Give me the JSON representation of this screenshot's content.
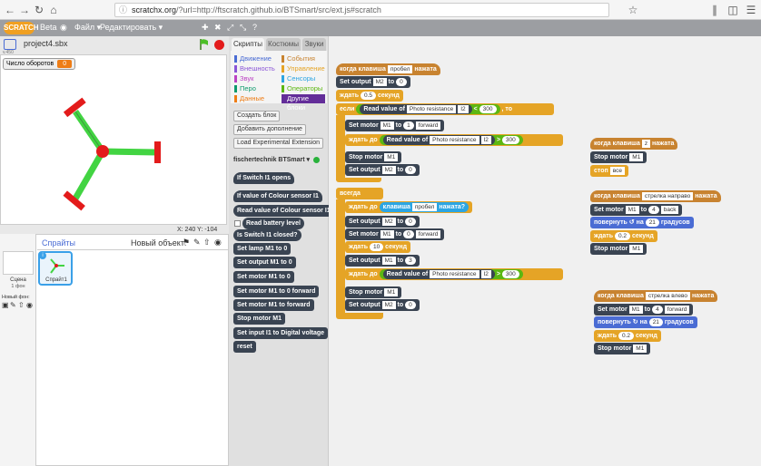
{
  "browser": {
    "url_host": "scratchx.org",
    "url_path": "/?url=http://ftscratch.github.io/BTSmart/src/ext.js#scratch"
  },
  "menu": {
    "logo": "SCRATCH",
    "beta": "Beta",
    "file": "Файл ▾",
    "edit": "Редактировать ▾"
  },
  "stage": {
    "project_title": "project4.sbx",
    "variable_name": "Число оборотов",
    "variable_value": "0",
    "coords": "X: 240  Y: -104"
  },
  "sprites": {
    "title": "Спрайты",
    "new_object": "Новый объект:",
    "scene_label": "Сцена",
    "scene_sub": "1 фон",
    "new_bg": "Новый фон:",
    "sprite1": "Спрайт1"
  },
  "palette": {
    "tabs": [
      "Скрипты",
      "Костюмы",
      "Звуки"
    ],
    "cats_left": [
      "Движение",
      "Внешность",
      "Звук",
      "Перо",
      "Данные"
    ],
    "cats_right": [
      "События",
      "Управление",
      "Сенсоры",
      "Операторы",
      "Другие блоки"
    ],
    "btn_create": "Создать блок",
    "btn_addon": "Добавить дополнение",
    "btn_load": "Load Experimental Extension",
    "ext_name": "fischertechnik BTSmart ▾",
    "blocks": [
      "If  Switch  I1  opens",
      "If value of  Colour sensor  I1",
      "Read value of  Colour sensor  I1",
      "Read battery level",
      "Is  Switch  I1  closed?",
      "Set lamp  M1  to  0",
      "Set output  M1  to  0",
      "Set motor  M1  to  0",
      "Set motor  M1  to  0  forward",
      "Set motor  M1  to  forward",
      "Stop motor  M1",
      "Set input  I1  to  Digital voltage",
      "reset"
    ]
  },
  "script": {
    "when_key": "когда клавиша",
    "pressed": "нажата",
    "key_space": "пробел",
    "key_z": "z",
    "key_right": "стрелка направо",
    "key_left": "стрелка влево",
    "set_output": "Set output",
    "set_motor": "Set motor",
    "stop_motor": "Stop motor",
    "to": "to",
    "m2": "M2",
    "m1": "M1",
    "zero": "0",
    "one": "1",
    "three": "3",
    "four": "4",
    "forward": "forward",
    "back": "back",
    "wait": "ждать",
    "seconds": "секунд",
    "wait_half": "0.5",
    "wait_ten": "10",
    "wait_02": "0.2",
    "if": "если",
    "then": ", то",
    "read_value_of": "Read value of",
    "photo": "Photo resistance",
    "i2": "I2",
    "lt": "<",
    "gt": ">",
    "v300": "300",
    "wait_until": "ждать до",
    "forever": "всегда",
    "key_pressed_q": "нажата?",
    "key_label": "клавиша",
    "stop": "стоп",
    "all": "все",
    "turn": "повернуть",
    "on": "на",
    "deg": "градусов",
    "v21": "21"
  },
  "colors": {
    "motion": "#4a6cd4",
    "looks": "#8a55d7",
    "sound": "#bb42c3",
    "pen": "#0e9a6c",
    "data": "#ee7d16",
    "events": "#c88330",
    "control": "#e5a426",
    "sensing": "#2ca5e2",
    "operators": "#5cb712",
    "more": "#632d99"
  }
}
